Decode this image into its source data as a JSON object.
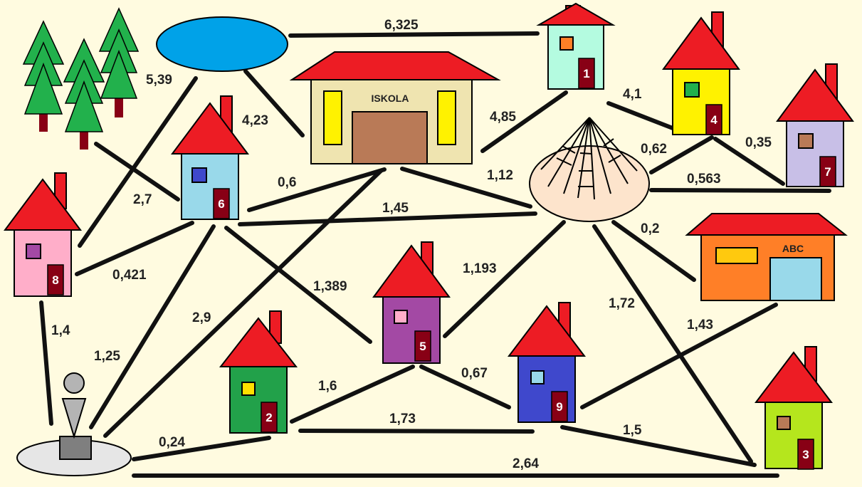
{
  "school_sign": "ISKOLA",
  "shop_sign": "ABC",
  "houses": [
    {
      "id": "1",
      "label": "1",
      "color": "#b4fbe0"
    },
    {
      "id": "2",
      "label": "2",
      "color": "#22a14a"
    },
    {
      "id": "3",
      "label": "3",
      "color": "#b5e61d"
    },
    {
      "id": "4",
      "label": "4",
      "color": "#fff200"
    },
    {
      "id": "5",
      "label": "5",
      "color": "#a349a4"
    },
    {
      "id": "6",
      "label": "6",
      "color": "#99d9ea"
    },
    {
      "id": "7",
      "label": "7",
      "color": "#c8bfe7"
    },
    {
      "id": "8",
      "label": "8",
      "color": "#ffaec9"
    },
    {
      "id": "9",
      "label": "9",
      "color": "#3f48cc"
    }
  ],
  "edges": [
    {
      "id": "lake-h1",
      "label": "6,325"
    },
    {
      "id": "lake-h8",
      "label": "5,39"
    },
    {
      "id": "lake-school",
      "label": "4,23"
    },
    {
      "id": "h1-tent",
      "label": "4,85"
    },
    {
      "id": "h1-h4",
      "label": "4,1"
    },
    {
      "id": "h4-tent",
      "label": "0,62"
    },
    {
      "id": "h4-h7",
      "label": "0,35"
    },
    {
      "id": "tent-h7",
      "label": "0,563"
    },
    {
      "id": "school-tent",
      "label": "1,12"
    },
    {
      "id": "h6-school",
      "label": "0,6"
    },
    {
      "id": "h6-tent",
      "label": "1,45"
    },
    {
      "id": "trees-h6",
      "label": "2,7"
    },
    {
      "id": "h6-h8",
      "label": "0,421"
    },
    {
      "id": "h6-h5",
      "label": "1,389"
    },
    {
      "id": "tent-shop",
      "label": "0,2"
    },
    {
      "id": "tent-h5",
      "label": "1,193"
    },
    {
      "id": "tent-h3",
      "label": "1,72"
    },
    {
      "id": "shop-h9",
      "label": "1,43"
    },
    {
      "id": "school-fountain",
      "label": "2,9"
    },
    {
      "id": "h6-fountain",
      "label": "1,25"
    },
    {
      "id": "h8-fountain",
      "label": "1,4"
    },
    {
      "id": "h5-h2",
      "label": "1,6"
    },
    {
      "id": "h5-h9",
      "label": "0,67"
    },
    {
      "id": "h2-h9",
      "label": "1,73"
    },
    {
      "id": "h9-h3",
      "label": "1,5"
    },
    {
      "id": "fountain-h2",
      "label": "0,24"
    },
    {
      "id": "fountain-h3",
      "label": "2,64"
    }
  ]
}
